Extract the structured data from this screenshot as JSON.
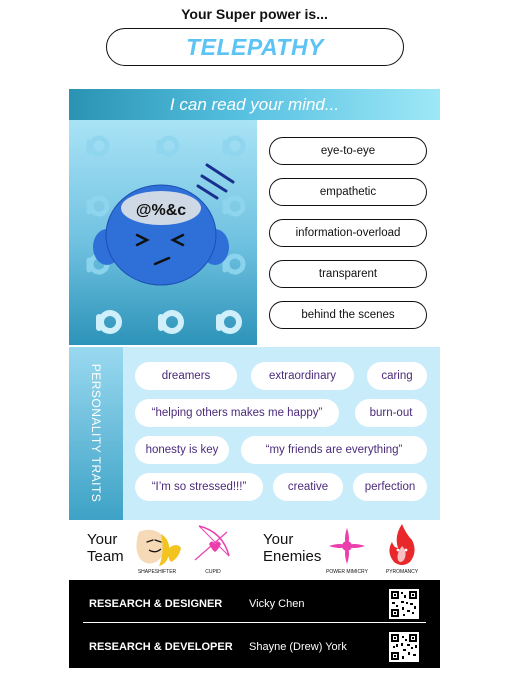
{
  "header": {
    "title": "Your Super power is...",
    "power": "TELEPATHY"
  },
  "banner": {
    "tagline": "I can read your mind..."
  },
  "art": {
    "forehead_text": "@%&c",
    "icon": "telepathy-mascot-icon"
  },
  "traits": [
    "eye-to-eye",
    "empathetic",
    "information-overload",
    "transparent",
    "behind the scenes"
  ],
  "personality": {
    "label": "PERSONALITY TRAITS",
    "bubbles": [
      "dreamers",
      "extraordinary",
      "caring",
      "“helping others makes me happy”",
      "burn-out",
      "honesty is key",
      "“my friends are everything”",
      "“I’m so stressed!!!”",
      "creative",
      "perfection"
    ]
  },
  "team": {
    "label_line1": "Your",
    "label_line2": "Team",
    "members": [
      "SHAPESHIFTER",
      "CUPID"
    ]
  },
  "enemies": {
    "label_line1": "Your",
    "label_line2": "Enemies",
    "members": [
      "POWER MIMICRY",
      "PYROMANCY"
    ]
  },
  "credits": [
    {
      "role": "RESEARCH & DESIGNER",
      "name": "Vicky Chen"
    },
    {
      "role": "RESEARCH & DEVELOPER",
      "name": "Shayne (Drew) York"
    }
  ],
  "colors": {
    "accent": "#5cc3f5",
    "bubble_text": "#4b2a7b",
    "mascot_blue": "#2f6fd8",
    "enemy_pink": "#ec3fae",
    "enemy_red": "#e8282b"
  }
}
